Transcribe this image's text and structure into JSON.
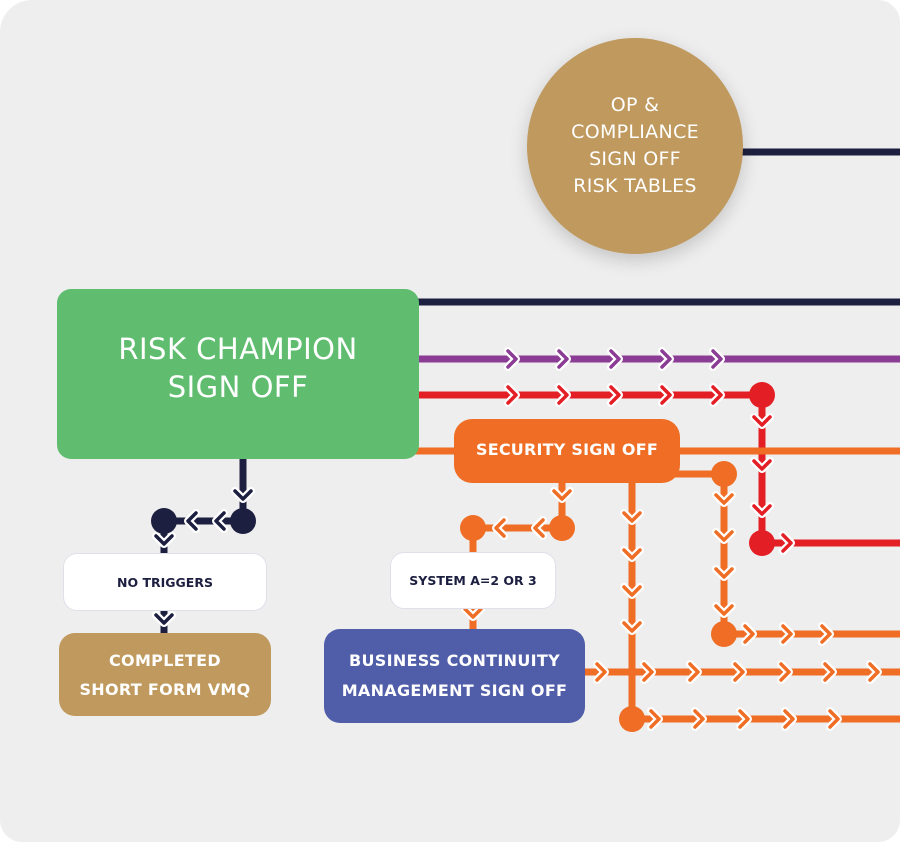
{
  "colors": {
    "background": "#eeeeee",
    "navy": "#1c1f3f",
    "purple": "#8b3c94",
    "red": "#e31e25",
    "orange": "#ef6d24",
    "gold": "#bf995d",
    "green": "#60bd70",
    "indigo": "#505ea9",
    "chevron_outline": "#ffffff"
  },
  "nodes": {
    "op_compliance": {
      "lines": [
        "OP &",
        "COMPLIANCE",
        "SIGN OFF",
        "RISK TABLES"
      ]
    },
    "risk_champion": {
      "lines": [
        "RISK CHAMPION",
        "SIGN OFF"
      ]
    },
    "security": {
      "label": "SECURITY SIGN OFF"
    },
    "no_triggers": {
      "label": "NO TRIGGERS"
    },
    "system_a": {
      "label": "SYSTEM A=2 OR 3"
    },
    "completed": {
      "lines": [
        "COMPLETED",
        "SHORT FORM VMQ"
      ]
    },
    "bcm": {
      "lines": [
        "BUSINESS CONTINUITY",
        "MANAGEMENT SIGN OFF"
      ]
    }
  },
  "connectors": [
    {
      "id": "op-navy-line",
      "color": "navy",
      "from": "op_compliance",
      "to": "offscreen-right",
      "arrows": 0
    },
    {
      "id": "risk-navy-line",
      "color": "navy",
      "from": "risk_champion",
      "to": "offscreen-right",
      "arrows": 0
    },
    {
      "id": "risk-purple-line",
      "color": "purple",
      "from": "risk_champion",
      "to": "offscreen-right",
      "arrows": 5
    },
    {
      "id": "risk-red-line",
      "color": "red",
      "from": "risk_champion",
      "to": "offscreen-right",
      "arrows": 9
    },
    {
      "id": "risk-orange-line",
      "color": "orange",
      "from": "risk_champion",
      "to": "security",
      "arrows": 0
    },
    {
      "id": "security-orange-line",
      "color": "orange",
      "from": "security",
      "to": "offscreen-right",
      "arrows": 0
    },
    {
      "id": "risk-no-triggers-line",
      "color": "navy",
      "from": "risk_champion",
      "to": "no_triggers",
      "arrows": 4
    },
    {
      "id": "no-triggers-completed-line",
      "color": "navy",
      "from": "no_triggers",
      "to": "completed",
      "arrows": 1
    },
    {
      "id": "security-system-a-line",
      "color": "orange",
      "from": "security",
      "to": "system_a",
      "arrows": 3
    },
    {
      "id": "system-a-bcm-line",
      "color": "orange",
      "from": "system_a",
      "to": "bcm",
      "arrows": 1
    },
    {
      "id": "bcm-orange-line",
      "color": "orange",
      "from": "bcm",
      "to": "offscreen-right",
      "arrows": 7
    },
    {
      "id": "security-branch-a-line",
      "color": "orange",
      "from": "security",
      "to": "offscreen-right",
      "arrows": 8
    },
    {
      "id": "security-branch-b-line",
      "color": "orange",
      "from": "security",
      "to": "offscreen-right",
      "arrows": 8
    }
  ]
}
